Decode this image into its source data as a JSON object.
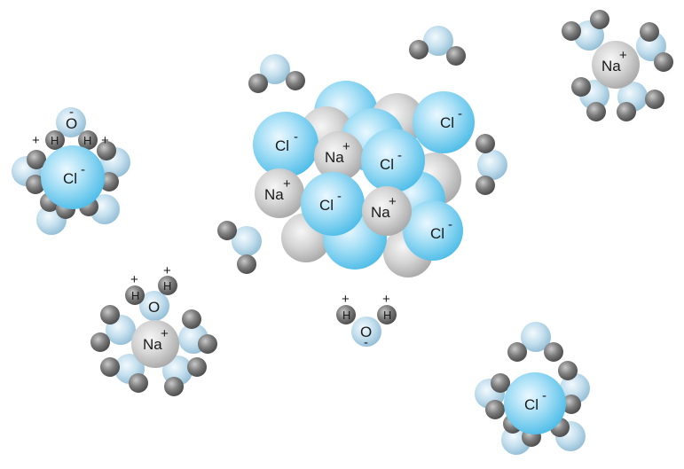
{
  "labels": {
    "cl": "Cl",
    "na": "Na",
    "h": "H",
    "o": "O",
    "neg": "-",
    "pos": "+"
  },
  "colors": {
    "chloride": "#5cc8ee",
    "sodium": "#c4c4c4",
    "water_oxygen": "#b4d6e8",
    "water_hydrogen": "#6e6e6e",
    "background": "#ffffff"
  }
}
